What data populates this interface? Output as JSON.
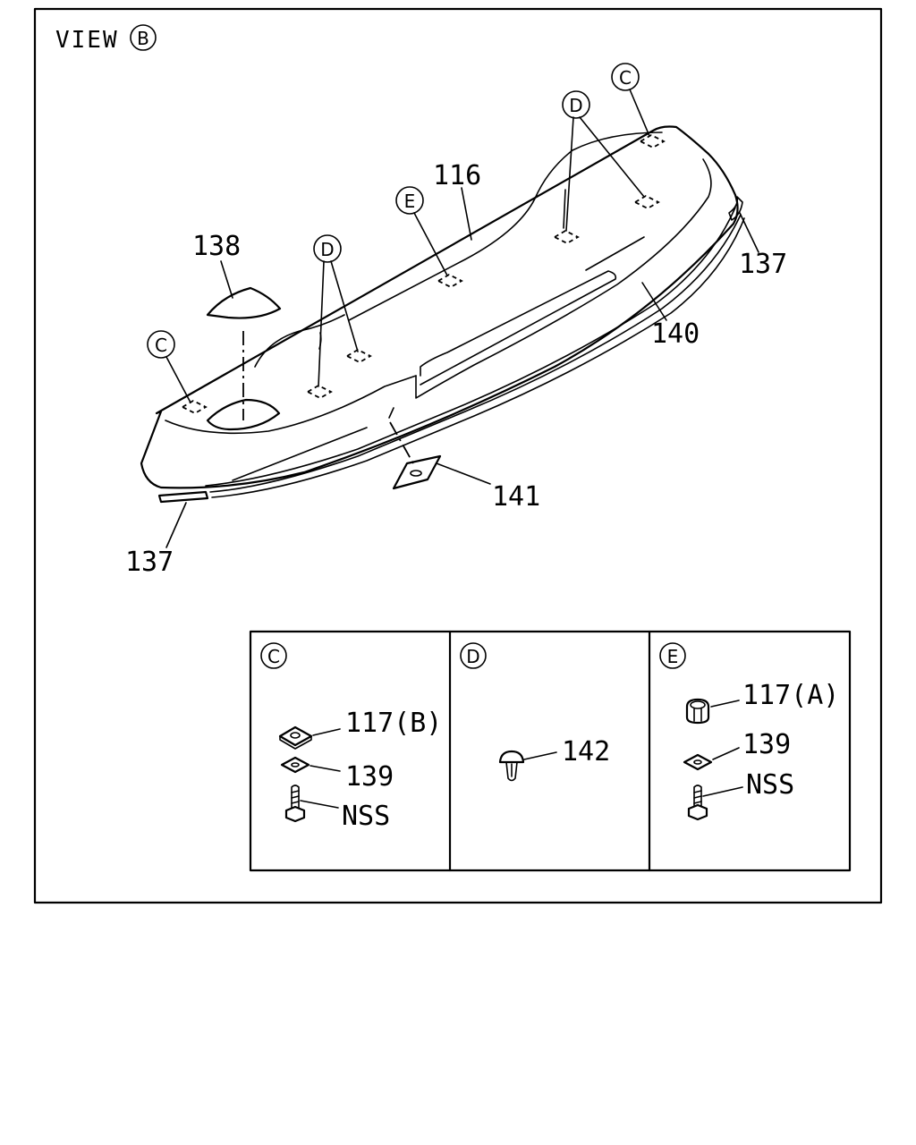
{
  "view": {
    "title": "VIEW",
    "ref": "B"
  },
  "callouts": {
    "c": "C",
    "d": "D",
    "e": "E"
  },
  "labels": {
    "p116": "116",
    "p137_top": "137",
    "p137_bottom": "137",
    "p138": "138",
    "p140": "140",
    "p141": "141"
  },
  "details": [
    {
      "ref": "C",
      "parts": [
        "117(B)",
        "139",
        "NSS"
      ]
    },
    {
      "ref": "D",
      "parts": [
        "142"
      ]
    },
    {
      "ref": "E",
      "parts": [
        "117(A)",
        "139",
        "NSS"
      ]
    }
  ]
}
